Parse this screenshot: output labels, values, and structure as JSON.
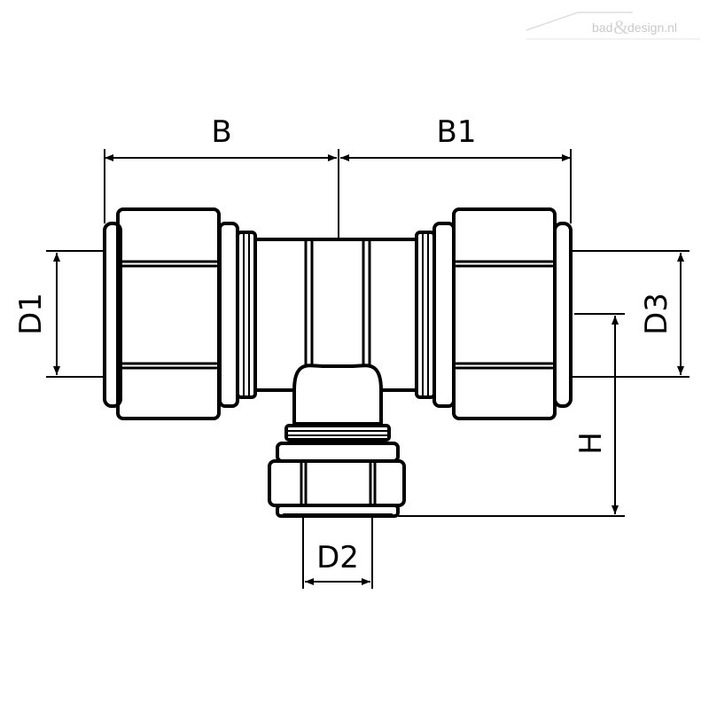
{
  "watermark": {
    "part1": "bad",
    "amp": "&",
    "part2": "design.nl"
  },
  "dimensions": {
    "B": "B",
    "B1": "B1",
    "D1": "D1",
    "D2": "D2",
    "D3": "D3",
    "H": "H"
  },
  "colors": {
    "line": "#000000",
    "background": "#ffffff",
    "watermark": "#c9c9c9"
  }
}
